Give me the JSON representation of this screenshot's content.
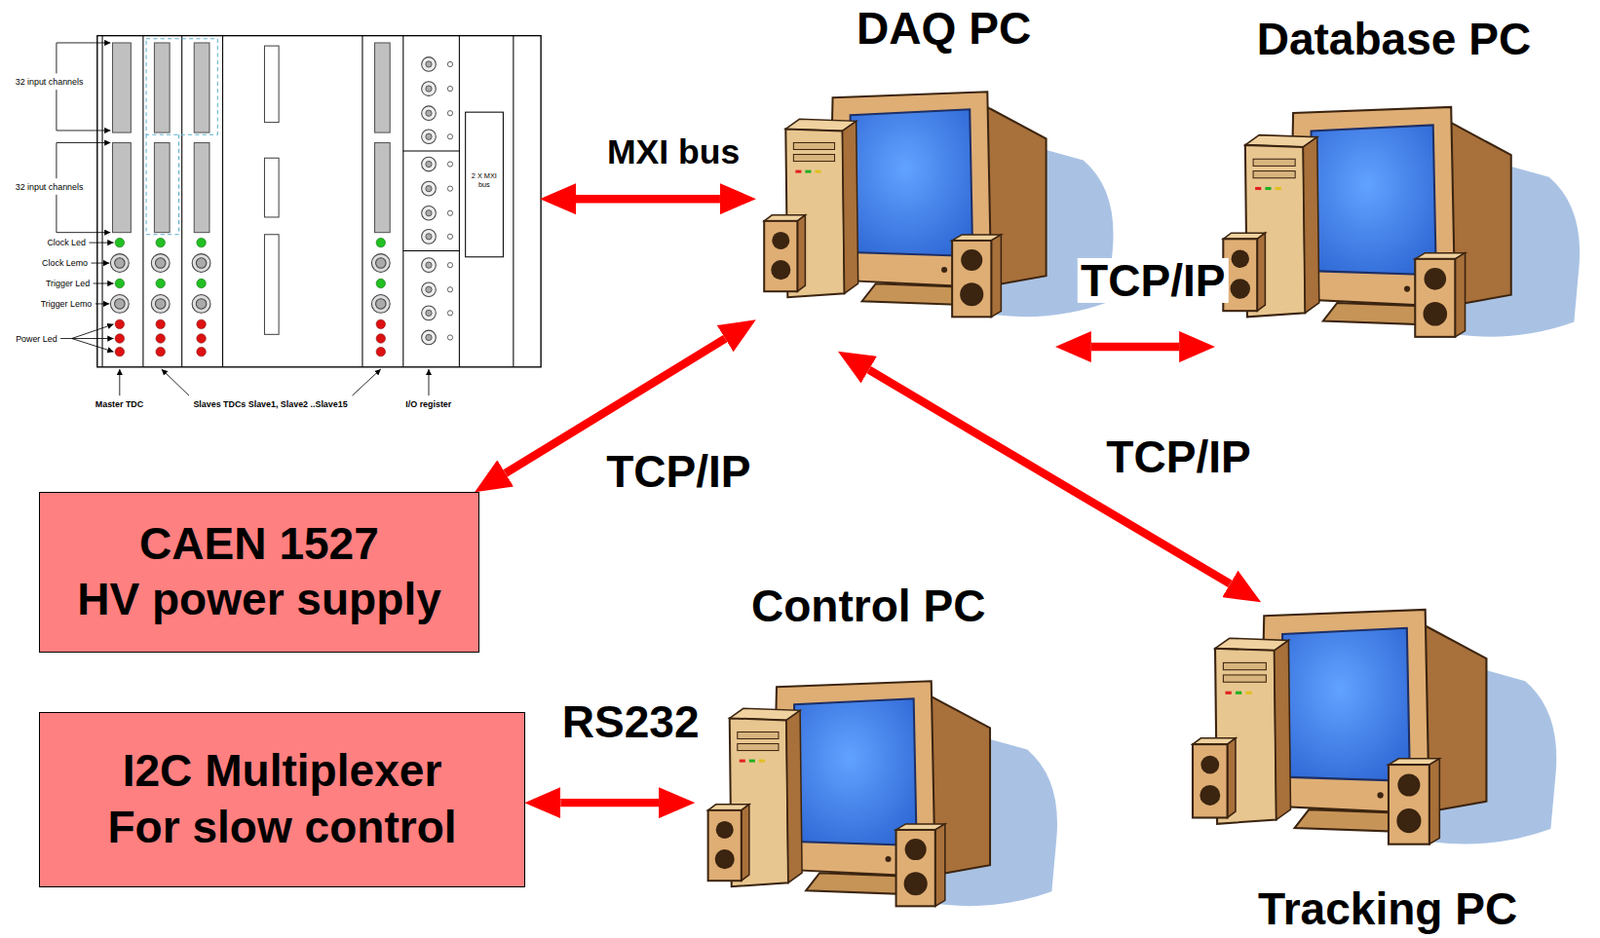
{
  "diagram": {
    "nodes": [
      {
        "text": [
          "2 X MXI bus"
        ]
      },
      {
        "text": [
          "DAQ PC"
        ]
      },
      {
        "text": [
          "Database PC"
        ]
      },
      {
        "text": [
          "CAEN 1527",
          "HV power supply"
        ]
      },
      {
        "text": [
          "Control PC"
        ]
      },
      {
        "text": [
          "I2C Multiplexer",
          "For slow control"
        ]
      },
      {
        "text": [
          "Tracking PC"
        ]
      }
    ],
    "edges": [
      {
        "from": 0,
        "to": 1,
        "arrow": "both",
        "label": "MXI bus"
      },
      {
        "from": 1,
        "to": 2,
        "arrow": "both",
        "label": "TCP/IP"
      },
      {
        "from": 1,
        "to": 3,
        "arrow": "both",
        "label": "TCP/IP"
      },
      {
        "from": 1,
        "to": 6,
        "arrow": "both",
        "label": "TCP/IP"
      },
      {
        "from": 5,
        "to": 4,
        "arrow": "both",
        "label": "RS232"
      }
    ],
    "labels": [
      "32 input channels",
      "32 input channels",
      "Clock Led",
      "Clock Lemo",
      "Trigger Led",
      "Trigger Lemo",
      "Power Led",
      "Master TDC",
      "Slaves TDCs Slave1, Slave2 ..Slave15",
      "I/O register"
    ]
  }
}
